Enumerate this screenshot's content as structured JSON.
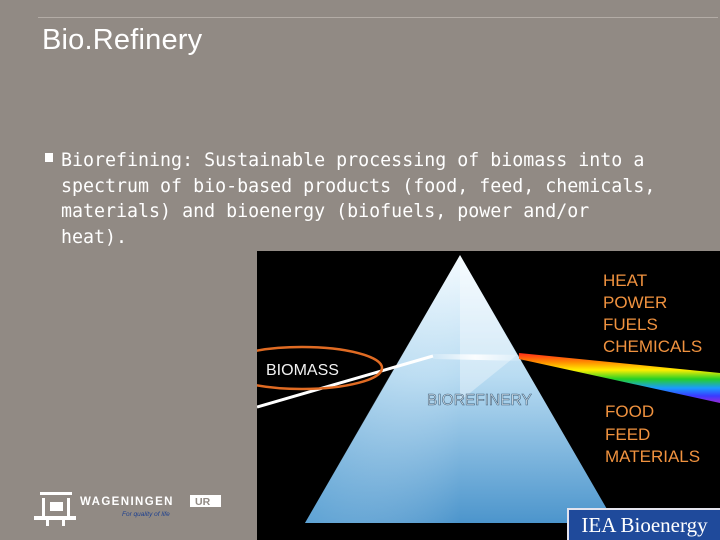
{
  "slide": {
    "title": "Bio.Refinery",
    "bullet": "Biorefining: Sustainable processing of biomass into a spectrum of bio-based products (food, feed, chemicals, materials) and bioenergy (biofuels, power and/or heat)."
  },
  "diagram": {
    "input_label": "BIOMASS",
    "prism_label": "BIOREFINERY",
    "energy_outputs": [
      "HEAT",
      "POWER",
      "FUELS",
      "CHEMICALS"
    ],
    "material_outputs": [
      "FOOD",
      "FEED",
      "MATERIALS"
    ],
    "highlight_color": "#e06b23"
  },
  "logos": {
    "wageningen_name": "WAGENINGEN",
    "wageningen_suffix": "UR",
    "wageningen_tagline": "For quality of life",
    "iea_text": "IEA Bioenergy"
  }
}
